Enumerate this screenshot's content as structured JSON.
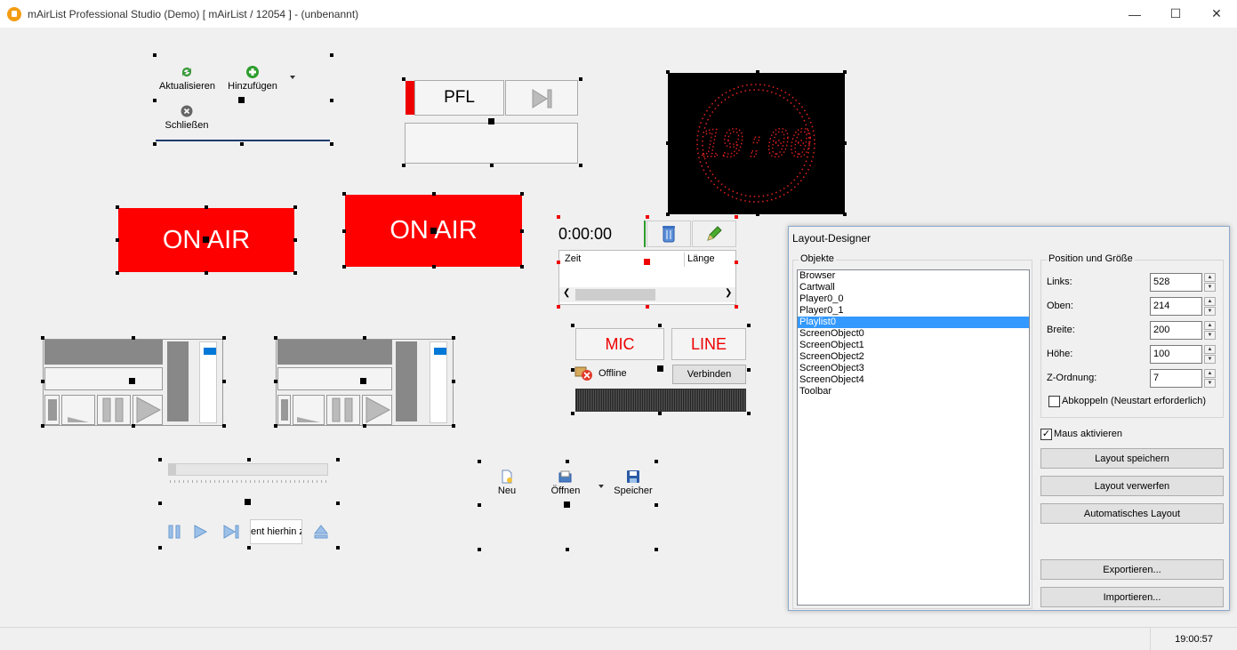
{
  "window": {
    "title": "mAirList Professional Studio (Demo) [ mAirList / 12054 ] - (unbenannt)",
    "minimize": "—",
    "maximize": "☐",
    "close": "✕"
  },
  "toolbar_object": {
    "refresh": "Aktualisieren",
    "add": "Hinzufügen",
    "close": "Schließen"
  },
  "pfl": {
    "label": "PFL"
  },
  "onair": {
    "left": "ON AIR",
    "right": "ON AIR"
  },
  "clock": {
    "time": "19:00",
    "color": "#e02020"
  },
  "playlist": {
    "time": "0:00:00",
    "col_time": "Zeit",
    "col_length": "Länge"
  },
  "encoder": {
    "mic": "MIC",
    "line": "LINE",
    "status": "Offline",
    "connect": "Verbinden"
  },
  "transport": {
    "text_field": "ent hierhin zi"
  },
  "file_toolbar": {
    "new": "Neu",
    "open": "Öffnen",
    "save": "Speicher"
  },
  "layout_designer": {
    "title": "Layout-Designer",
    "objects_label": "Objekte",
    "objects": [
      "Browser",
      "Cartwall",
      "Player0_0",
      "Player0_1",
      "Playlist0",
      "ScreenObject0",
      "ScreenObject1",
      "ScreenObject2",
      "ScreenObject3",
      "ScreenObject4",
      "Toolbar"
    ],
    "selected_object": "Playlist0",
    "pos_label": "Position und Größe",
    "left_label": "Links:",
    "left_value": "528",
    "top_label": "Oben:",
    "top_value": "214",
    "width_label": "Breite:",
    "width_value": "200",
    "height_label": "Höhe:",
    "height_value": "100",
    "z_label": "Z-Ordnung:",
    "z_value": "7",
    "detach_label": "Abkoppeln (Neustart erforderlich)",
    "detach_checked": false,
    "mouse_label": "Maus aktivieren",
    "mouse_checked": true,
    "save_layout": "Layout speichern",
    "discard_layout": "Layout verwerfen",
    "auto_layout": "Automatisches Layout",
    "export": "Exportieren...",
    "import": "Importieren..."
  },
  "status": {
    "clock": "19:00:57"
  },
  "colors": {
    "onair": "#ff0000",
    "selection": "#3399ff",
    "accent_blue": "#0078d7"
  }
}
